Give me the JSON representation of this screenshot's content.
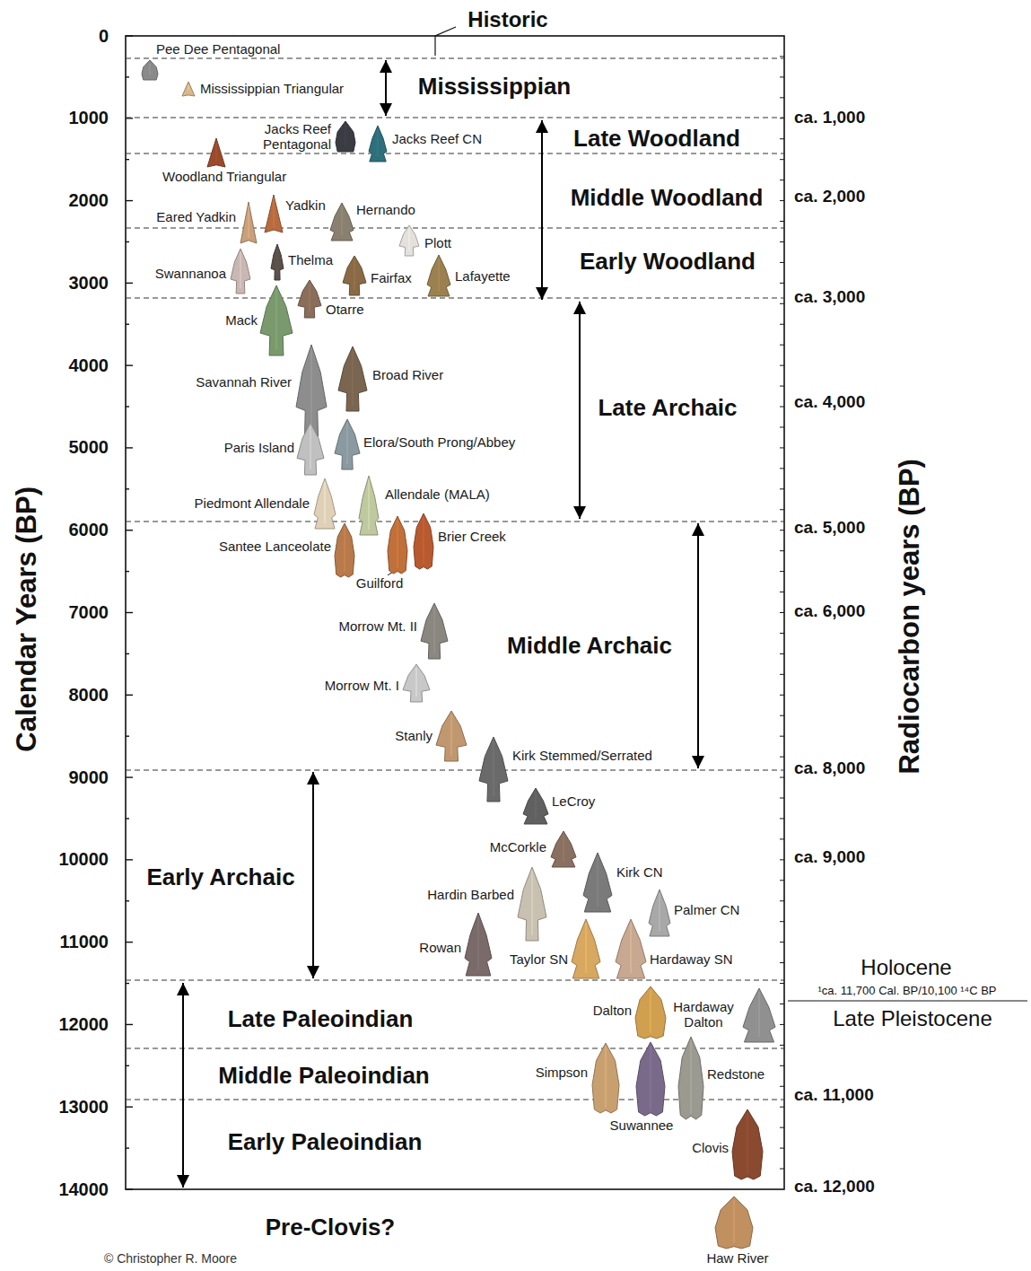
{
  "diagram": {
    "labels": [
      "Historic",
      "Mississippian",
      "Late Woodland",
      "Middle Woodland",
      "Early Woodland",
      "Late Archaic",
      "Middle Archaic",
      "Early Archaic",
      "Late Paleoindian",
      "Middle Paleoindian",
      "Early Paleoindian",
      "Pre-Clovis?",
      "Calendar Years (BP)",
      "Radiocarbon years (BP)",
      "0",
      "1000",
      "2000",
      "3000",
      "4000",
      "5000",
      "6000",
      "7000",
      "8000",
      "9000",
      "10000",
      "11000",
      "12000",
      "13000",
      "14000",
      "ca. 1,000",
      "ca. 2,000",
      "ca. 3,000",
      "ca. 4,000",
      "ca. 5,000",
      "ca. 6,000",
      "ca. 8,000",
      "ca. 9,000",
      "ca. 11,000",
      "ca. 12,000",
      "Holocene",
      "¹ca. 11,700 Cal. BP/10,100 ¹⁴C BP",
      "Late Pleistocene",
      "Pee Dee Pentagonal",
      "Mississippian Triangular",
      "Jacks Reef Pentagonal",
      "Jacks Reef CN",
      "Woodland Triangular",
      "Eared Yadkin",
      "Yadkin",
      "Hernando",
      "Plott",
      "Swannanoa",
      "Thelma",
      "Fairfax",
      "Lafayette",
      "Otarre",
      "Mack",
      "Savannah River",
      "Broad River",
      "Paris Island",
      "Elora/South Prong/Abbey",
      "Piedmont Allendale",
      "Allendale (MALA)",
      "Santee Lanceolate",
      "Guilford",
      "Brier Creek",
      "Morrow Mt. II",
      "Morrow Mt. I",
      "Stanly",
      "Kirk Stemmed/Serrated",
      "LeCroy",
      "McCorkle",
      "Kirk CN",
      "Hardin Barbed",
      "Palmer CN",
      "Rowan",
      "Taylor SN",
      "Hardaway SN",
      "Dalton",
      "Hardaway Dalton",
      "Simpson",
      "Suwannee",
      "Redstone",
      "Clovis",
      "Haw River",
      "© Christopher R. Moore"
    ]
  }
}
